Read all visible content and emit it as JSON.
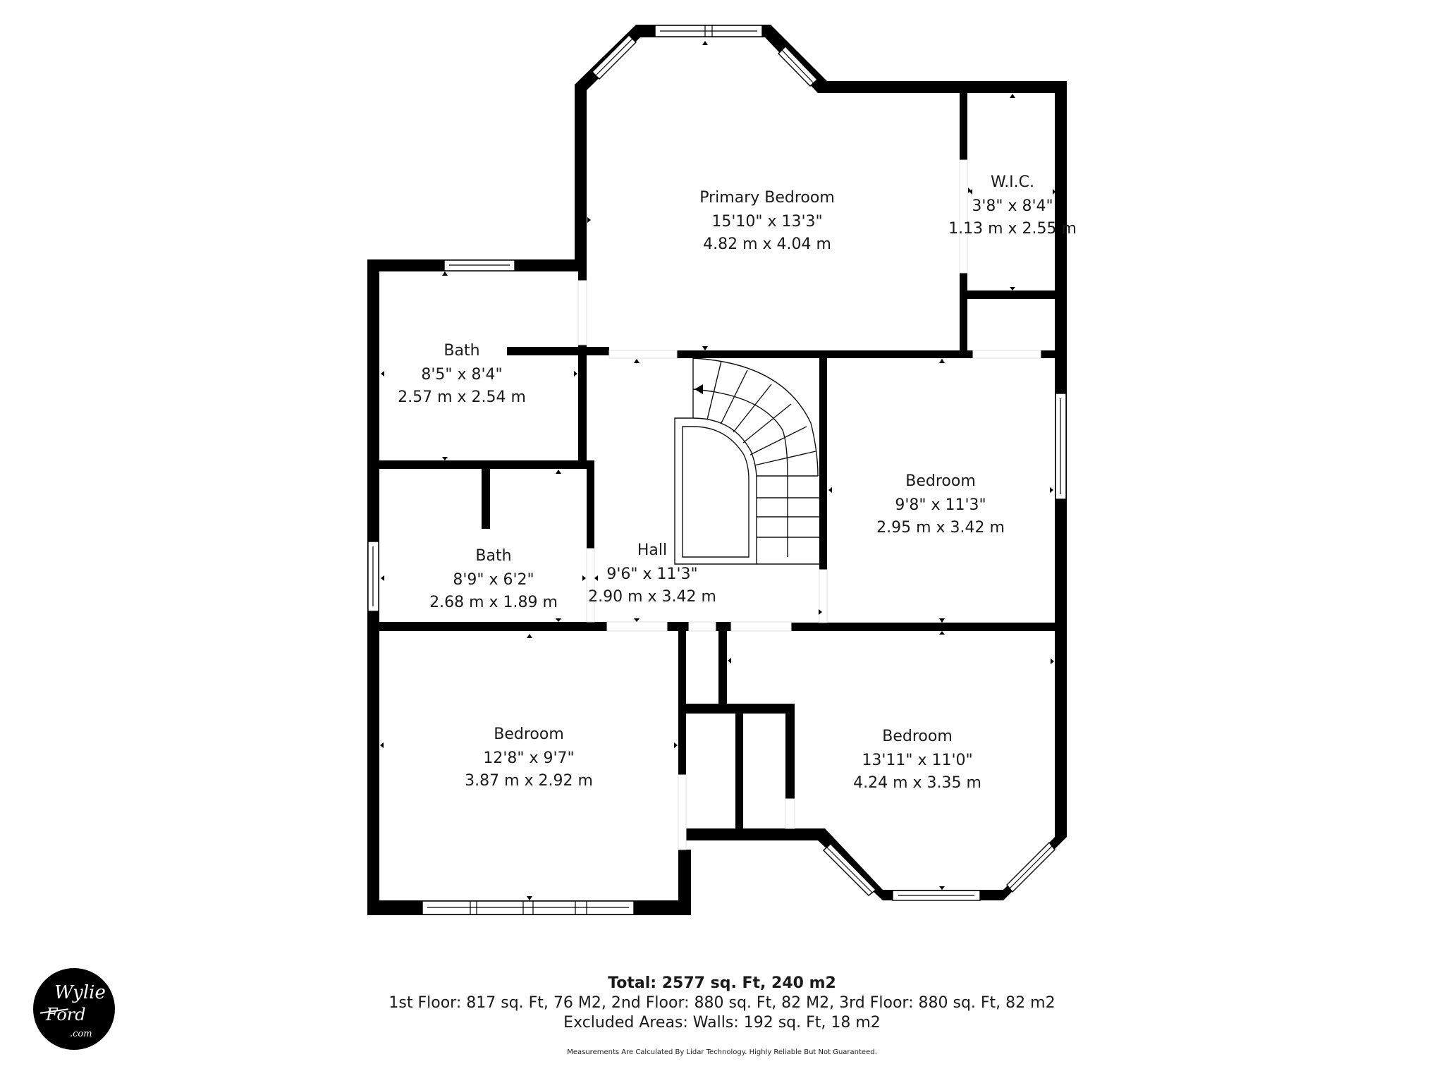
{
  "floor_plan": {
    "rooms": [
      {
        "id": "primary-bedroom",
        "name": "Primary Bedroom",
        "imperial": "15'10\" x 13'3\"",
        "metric": "4.82 m x 4.04 m"
      },
      {
        "id": "wic",
        "name": "W.I.C.",
        "imperial": "3'8\" x 8'4\"",
        "metric": "1.13 m x 2.55 m"
      },
      {
        "id": "bath-upper",
        "name": "Bath",
        "imperial": "8'5\" x 8'4\"",
        "metric": "2.57 m x 2.54 m"
      },
      {
        "id": "bath-lower",
        "name": "Bath",
        "imperial": "8'9\" x 6'2\"",
        "metric": "2.68 m x 1.89 m"
      },
      {
        "id": "hall",
        "name": "Hall",
        "imperial": "9'6\" x 11'3\"",
        "metric": "2.90 m x 3.42 m"
      },
      {
        "id": "bedroom-east",
        "name": "Bedroom",
        "imperial": "9'8\" x 11'3\"",
        "metric": "2.95 m x 3.42 m"
      },
      {
        "id": "bedroom-southwest",
        "name": "Bedroom",
        "imperial": "12'8\" x 9'7\"",
        "metric": "3.87 m x 2.92 m"
      },
      {
        "id": "bedroom-southeast",
        "name": "Bedroom",
        "imperial": "13'11\" x 11'0\"",
        "metric": "4.24 m x 3.35 m"
      }
    ]
  },
  "summary": {
    "total": "Total: 2577 sq. Ft, 240 m2",
    "floors": "1st Floor: 817 sq. Ft, 76 M2, 2nd Floor: 880 sq. Ft, 82 M2, 3rd Floor: 880 sq. Ft, 82 m2",
    "excluded": "Excluded Areas: Walls: 192 sq. Ft, 18 m2",
    "disclaimer": "Measurements Are Calculated By Lidar Technology. Highly Reliable But Not Guaranteed."
  },
  "logo": {
    "line1": "Wylie",
    "line2": "Ford",
    "line3": ".com"
  },
  "colors": {
    "wall": "#000000",
    "background": "#ffffff",
    "text": "#1a1a1a"
  }
}
